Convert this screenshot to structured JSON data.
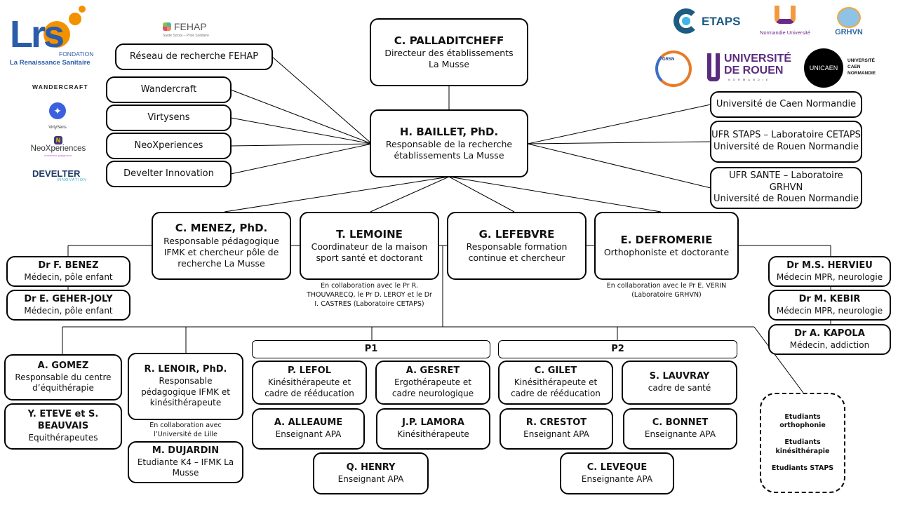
{
  "logos": {
    "lrs": {
      "mark": "Lrs",
      "sub": "FONDATION",
      "line": "La Renaissance Sanitaire",
      "blue": "#2a5caa",
      "orange": "#f39200"
    },
    "fehap": {
      "name": "FEHAP",
      "tagline": "Santé Social – Privé Solidaire"
    },
    "wandercraft": {
      "name": "WANDERCRAFT"
    },
    "virtysens": {
      "name": "VirtySens"
    },
    "neoxperiences": {
      "name": "NeoXperiences",
      "tagline": "immersive playground"
    },
    "develter": {
      "name": "DEVELTER",
      "sub": "INNOVATION"
    },
    "cetaps": {
      "name": "ETAPS"
    },
    "normandie": {
      "name": "Normandie Université"
    },
    "grhvn": {
      "name": "GRHVN"
    },
    "grsn": {
      "name": "GRSN"
    },
    "rouen": {
      "line1": "UNIVERSITÉ",
      "line2": "DE ROUEN",
      "line3": "NORMANDIE"
    },
    "unicaen": {
      "mark": "UNICAEN",
      "line1": "UNIVERSITÉ",
      "line2": "CAEN",
      "line3": "NORMANDIE"
    }
  },
  "partners_left": [
    "Réseau de recherche  FEHAP",
    "Wandercraft",
    "Virtysens",
    "NeoXperiences",
    "Develter Innovation"
  ],
  "partners_right": [
    {
      "line1": "Université de Caen Normandie",
      "line2": ""
    },
    {
      "line1": "UFR STAPS – Laboratoire CETAPS",
      "line2": "Université de Rouen Normandie"
    },
    {
      "line1": "UFR SANTE – Laboratoire GRHVN",
      "line2": "Université de Rouen Normandie"
    }
  ],
  "director": {
    "name": "C. PALLADITCHEFF",
    "role1": "Directeur des établissements",
    "role2": "La Musse"
  },
  "research_head": {
    "name": "H. BAILLET, PhD.",
    "role1": "Responsable de la recherche",
    "role2": "établissements La Musse"
  },
  "mid_row": [
    {
      "name": "C. MENEZ, PhD.",
      "role1": "Responsable pédagogique",
      "role2": "IFMK et chercheur pôle de",
      "role3": "recherche La Musse"
    },
    {
      "name": "T. LEMOINE",
      "role1": "Coordinateur de la maison",
      "role2": "sport santé et doctorant",
      "role3": ""
    },
    {
      "name": "G. LEFEBVRE",
      "role1": "Responsable formation",
      "role2": "continue et chercheur",
      "role3": ""
    },
    {
      "name": "E. DEFROMERIE",
      "role1": "Orthophoniste et doctorante",
      "role2": "",
      "role3": ""
    }
  ],
  "notes": {
    "lemoine": [
      "En collaboration avec le Pr R.",
      "THOUVARECQ, le Pr D. LEROY et le Dr",
      "I. CASTRES (Laboratoire CETAPS)"
    ],
    "defromerie": [
      "En collaboration avec le Pr E. VERIN",
      "(Laboratoire GRHVN)"
    ],
    "lenoir": [
      "En collaboration avec",
      "l’Université de Lille"
    ]
  },
  "doctors_left": [
    {
      "name": "Dr F.  BENEZ",
      "role": "Médecin, pôle enfant"
    },
    {
      "name": "Dr E. GEHER-JOLY",
      "role": "Médecin, pôle enfant"
    }
  ],
  "doctors_right": [
    {
      "name": "Dr M.S. HERVIEU",
      "role": "Médecin MPR, neurologie"
    },
    {
      "name": "Dr M. KEBIR",
      "role": "Médecin MPR, neurologie"
    },
    {
      "name": "Dr A. KAPOLA",
      "role": "Médecin, addiction"
    }
  ],
  "equitherapy": [
    {
      "name": "A. GOMEZ",
      "role1": "Responsable du centre",
      "role2": "d’équithérapie"
    },
    {
      "name": "Y. ETEVE et S.",
      "name2": "BEAUVAIS",
      "role1": "Equithérapeutes",
      "role2": ""
    }
  ],
  "ifmk": [
    {
      "name": "R. LENOIR, PhD.",
      "role1": "Responsable",
      "role2": "pédagogique IFMK et",
      "role3": "kinésithérapeute"
    },
    {
      "name": "M. DUJARDIN",
      "role1": "Etudiante K4 – IFMK La",
      "role2": "Musse",
      "role3": ""
    }
  ],
  "p1": {
    "label": "P1",
    "members": [
      {
        "name": "P. LEFOL",
        "role1": "Kinésithérapeute et",
        "role2": "cadre de rééducation"
      },
      {
        "name": "A. GESRET",
        "role1": "Ergothérapeute et",
        "role2": "cadre neurologique"
      },
      {
        "name": "A. ALLEAUME",
        "role1": "Enseignant APA",
        "role2": ""
      },
      {
        "name": "J.P. LAMORA",
        "role1": "Kinésithérapeute",
        "role2": ""
      },
      {
        "name": "Q. HENRY",
        "role1": "Enseignant APA",
        "role2": ""
      }
    ]
  },
  "p2": {
    "label": "P2",
    "members": [
      {
        "name": "C. GILET",
        "role1": "Kinésithérapeute et",
        "role2": "cadre de rééducation"
      },
      {
        "name": "S. LAUVRAY",
        "role1": "cadre de santé",
        "role2": ""
      },
      {
        "name": "R. CRESTOT",
        "role1": "Enseignant APA",
        "role2": ""
      },
      {
        "name": "C. BONNET",
        "role1": "Enseignante APA",
        "role2": ""
      },
      {
        "name": "C. LEVEQUE",
        "role1": "Enseignante APA",
        "role2": ""
      }
    ]
  },
  "students": [
    "Etudiants orthophonie",
    "Etudiants kinésithérapie",
    "Etudiants STAPS"
  ]
}
